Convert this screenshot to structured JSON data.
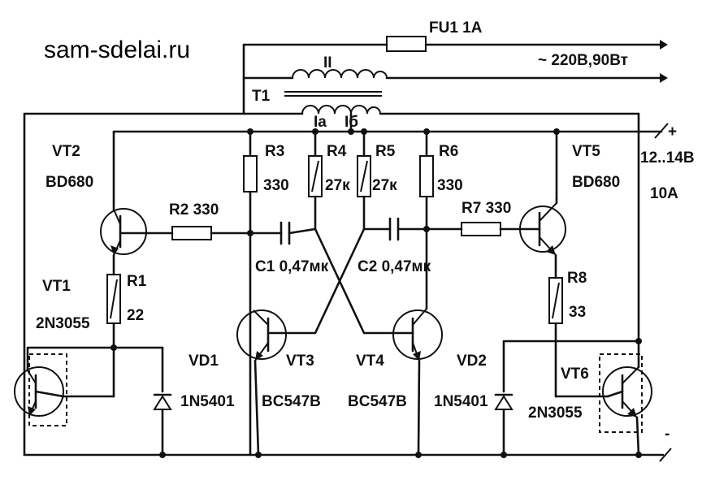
{
  "site": "sam-sdelai.ru",
  "labels": {
    "fu1": "FU1 1A",
    "out": "~ 220В,90Вт",
    "tr_secondary": "II",
    "tr_name": "T1",
    "tr_a": "Ia",
    "tr_b": "Iб",
    "supply_plus": "+",
    "supply_v": "12..14В",
    "supply_a": "10A",
    "supply_minus": "-",
    "vt2_name": "VT2",
    "vt2_part": "BD680",
    "vt5_name": "VT5",
    "vt5_part": "BD680",
    "vt1_name": "VT1",
    "vt1_part": "2N3055",
    "vt6_name": "VT6",
    "vt6_part": "2N3055",
    "vt3_name": "VT3",
    "vt3_part": "BC547B",
    "vt4_name": "VT4",
    "vt4_part": "BC547B",
    "vd1_name": "VD1",
    "vd1_part": "1N5401",
    "vd2_name": "VD2",
    "vd2_part": "1N5401",
    "r1_name": "R1",
    "r1_val": "22",
    "r2": "R2 330",
    "r3_name": "R3",
    "r3_val": "330",
    "r4_name": "R4",
    "r4_val": "27к",
    "r5_name": "R5",
    "r5_val": "27к",
    "r6_name": "R6",
    "r6_val": "330",
    "r7": "R7 330",
    "r8_name": "R8",
    "r8_val": "33",
    "c1": "C1 0,47мк",
    "c2": "C2 0,47мк"
  }
}
